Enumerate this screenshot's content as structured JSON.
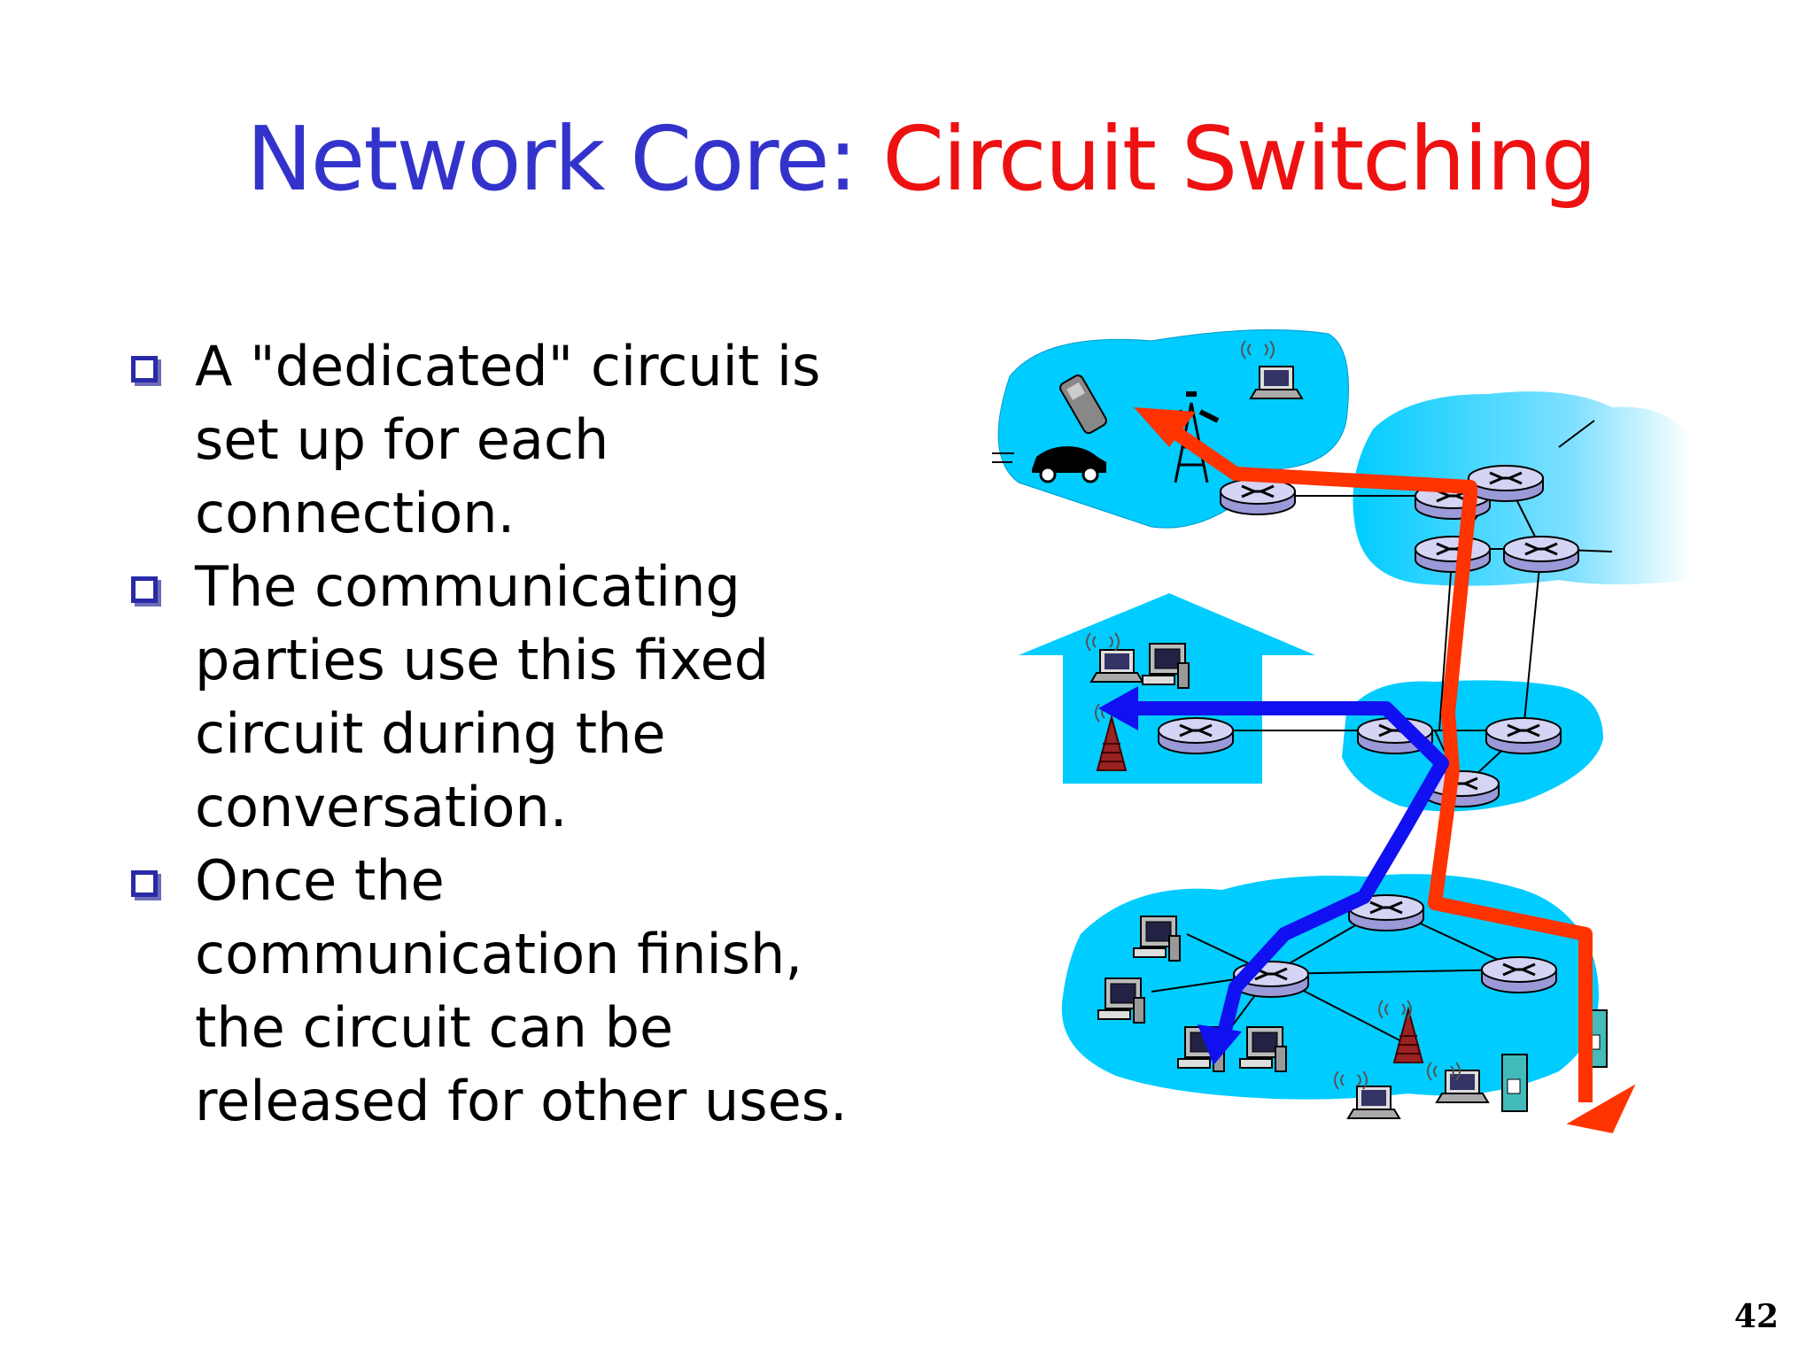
{
  "slide": {
    "title_part1": "Network Core: ",
    "title_part2": "Circuit Switching",
    "bullets": [
      "A \"dedicated\" circuit is set up for each connection.",
      "The communicating parties use this fixed circuit during the conversation.",
      "Once the communication finish, the circuit can be released for other uses."
    ],
    "page_number": "42"
  },
  "diagram": {
    "nodes": [
      "mobile-network",
      "institutional-network",
      "home-network",
      "isp-network",
      "enterprise-network"
    ],
    "circuits": [
      {
        "path": "enterprise-server to mobile-phone",
        "color": "#ff3300"
      },
      {
        "path": "enterprise-pc to home-laptop",
        "color": "#1010f0"
      }
    ],
    "colors": {
      "network_cloud": "#00ccff",
      "router_body": "#c8c8f0",
      "title_blue": "#3333cc",
      "title_red": "#ee1111"
    }
  }
}
